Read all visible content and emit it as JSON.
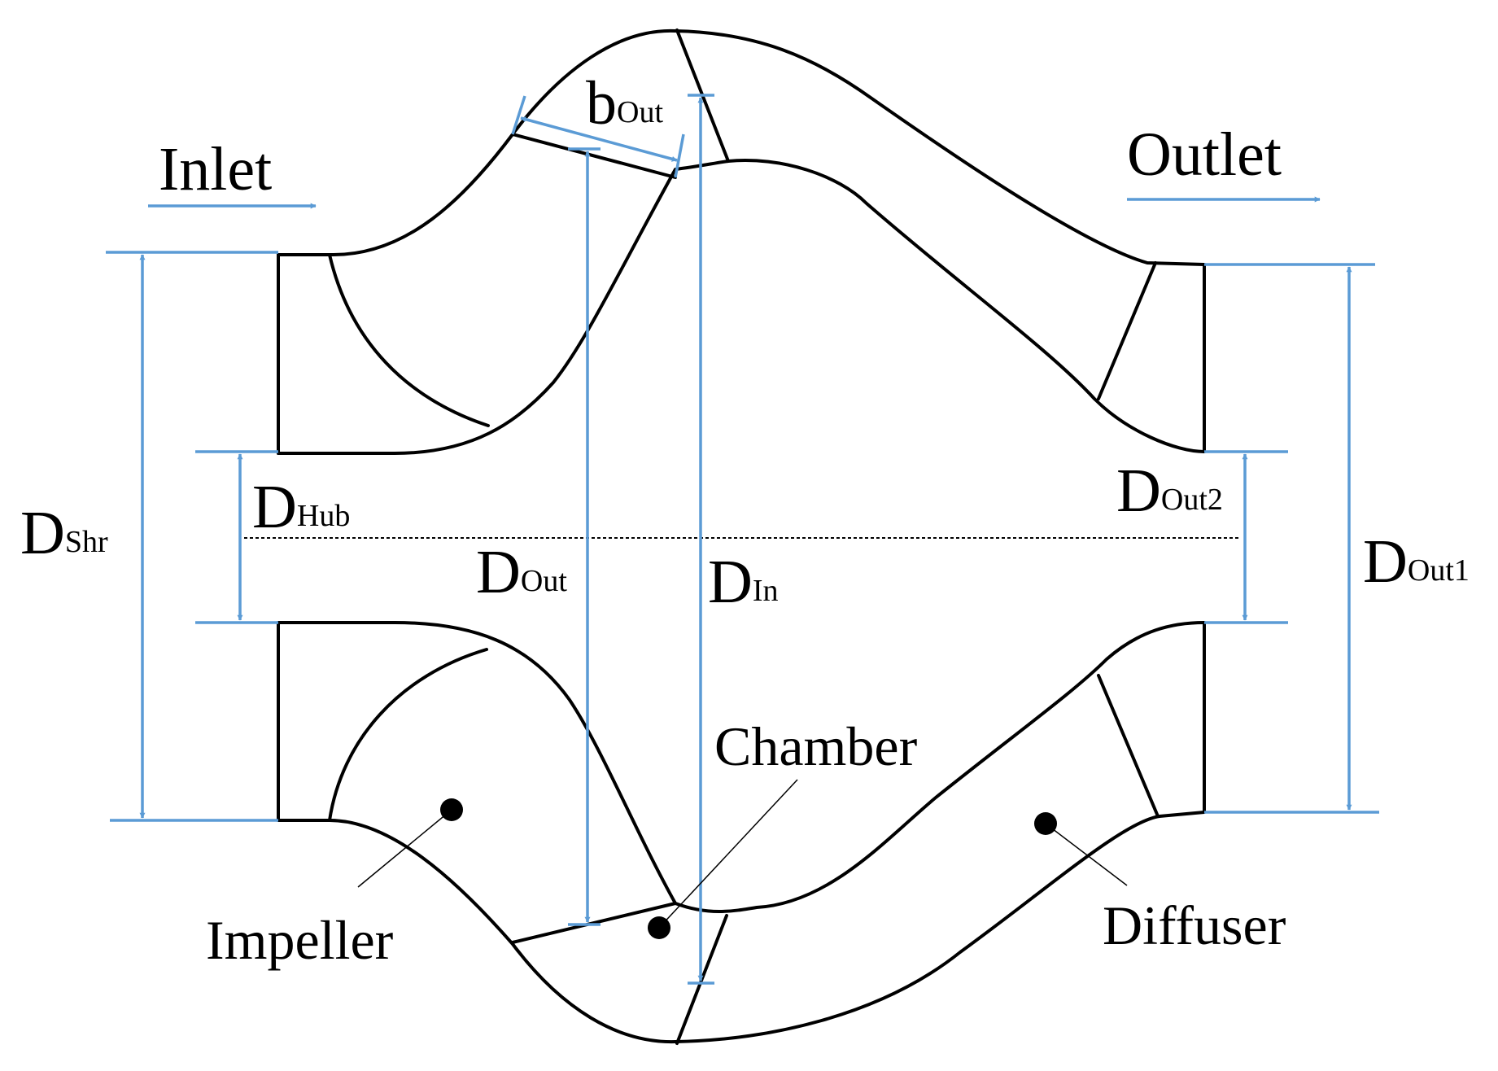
{
  "colors": {
    "outline": "#000000",
    "dimension": "#5b9bd5",
    "background": "#ffffff"
  },
  "flow": {
    "inlet": "Inlet",
    "outlet": "Outlet"
  },
  "dimensions": {
    "d_shr": {
      "main": "D",
      "sub": "Shr"
    },
    "d_hub": {
      "main": "D",
      "sub": "Hub"
    },
    "d_out": {
      "main": "D",
      "sub": "Out"
    },
    "d_in": {
      "main": "D",
      "sub": "In"
    },
    "b_out": {
      "main": "b",
      "sub": "Out"
    },
    "d_out2": {
      "main": "D",
      "sub": "Out2"
    },
    "d_out1": {
      "main": "D",
      "sub": "Out1"
    }
  },
  "components": {
    "impeller": "Impeller",
    "chamber": "Chamber",
    "diffuser": "Diffuser"
  }
}
